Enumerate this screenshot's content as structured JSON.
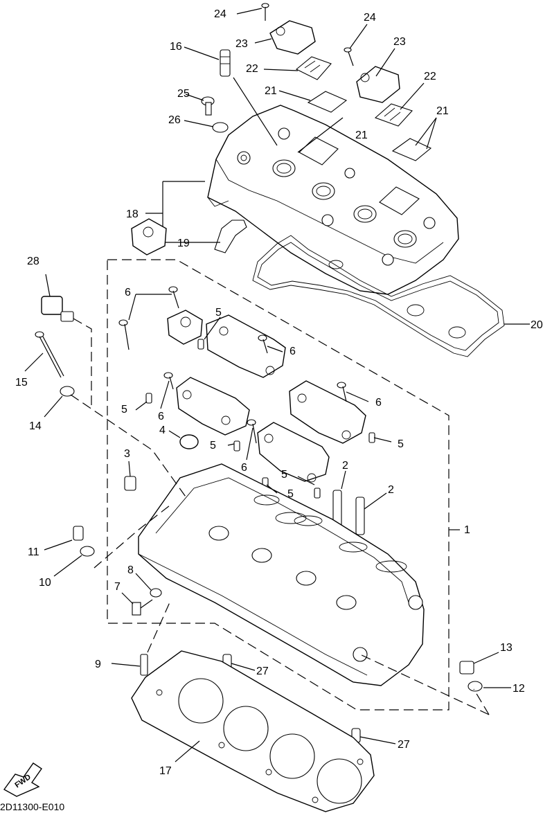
{
  "diagram_code": "2D11300-E010",
  "fwd_label": "FWD",
  "callouts": {
    "c1": "1",
    "c2a": "2",
    "c2b": "2",
    "c3": "3",
    "c4": "4",
    "c5a": "5",
    "c5b": "5",
    "c5c": "5",
    "c5d": "5",
    "c5e": "5",
    "c5f": "5",
    "c6a": "6",
    "c6b": "6",
    "c6c": "6",
    "c6d": "6",
    "c6e": "6",
    "c7": "7",
    "c8": "8",
    "c9": "9",
    "c10": "10",
    "c11": "11",
    "c12": "12",
    "c13": "13",
    "c14": "14",
    "c15": "15",
    "c16": "16",
    "c17": "17",
    "c18": "18",
    "c19": "19",
    "c20": "20",
    "c21a": "21",
    "c21b": "21",
    "c21c": "21",
    "c22a": "22",
    "c22b": "22",
    "c23a": "23",
    "c23b": "23",
    "c24a": "24",
    "c24b": "24",
    "c25": "25",
    "c26": "26",
    "c27a": "27",
    "c27b": "27",
    "c28": "28"
  }
}
